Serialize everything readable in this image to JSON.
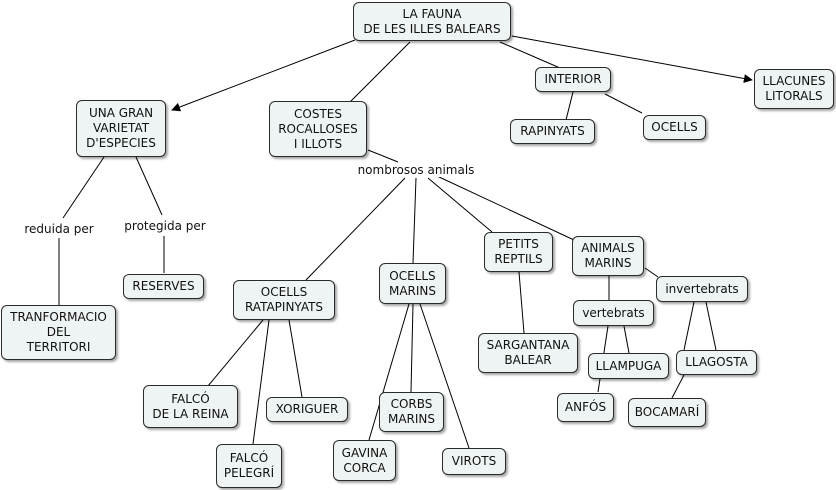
{
  "colors": {
    "node_fill": "#eef3f3",
    "node_border": "#2b2b2b",
    "line": "#000000",
    "background": "#ffffff"
  },
  "nodes": {
    "root": "LA FAUNA\nDE LES ILLES BALEARS",
    "varietat": "UNA GRAN\nVARIETAT\nD'ESPECIES",
    "costes": "COSTES\nROCALLOSES\nI ILLOTS",
    "interior": "INTERIOR",
    "llacunes": "LLACUNES\nLITORALS",
    "rapinyats": "RAPINYATS",
    "ocells": "OCELLS",
    "tranformacio": "TRANFORMACIO\nDEL\nTERRITORI",
    "reserves": "RESERVES",
    "ocells_ratapinyats": "OCELLS\nRATAPINYATS",
    "ocells_marins": "OCELLS\nMARINS",
    "petits_reptils": "PETITS\nREPTILS",
    "animals_marins": "ANIMALS\nMARINS",
    "sargantana": "SARGANTANA\nBALEAR",
    "vertebrats": "vertebrats",
    "invertebrats": "invertebrats",
    "llampuga": "LLAMPUGA",
    "llagosta": "LLAGOSTA",
    "anfos": "ANFÓS",
    "bocamari": "BOCAMARÍ",
    "falco_reina": "FALCÓ\nDE LA REINA",
    "xoriguer": "XORIGUER",
    "falco_pelegri": "FALCÓ\nPELEGRÍ",
    "corbs_marins": "CORBS\nMARINS",
    "gavina_corca": "GAVINA\nCORCA",
    "virots": "VIROTS"
  },
  "links": {
    "reduida_per": "reduida per",
    "protegida_per": "protegida per",
    "nombrosos_animals": "nombrosos animals"
  }
}
